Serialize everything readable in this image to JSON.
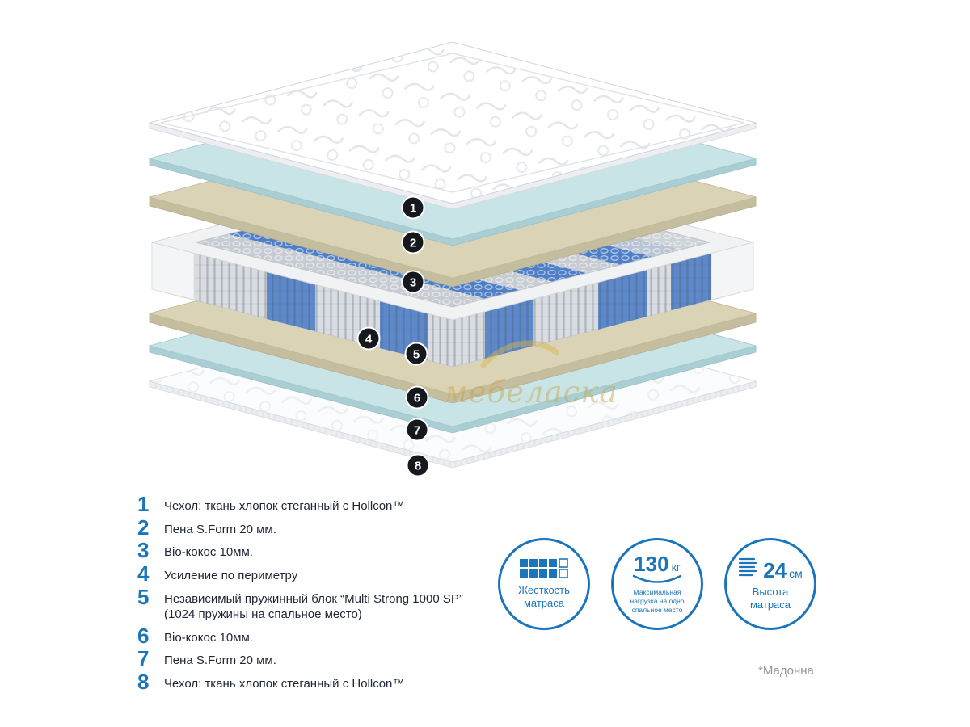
{
  "diagram": {
    "markers": [
      "1",
      "2",
      "3",
      "4",
      "5",
      "6",
      "7",
      "8"
    ],
    "watermark": "мебеласка"
  },
  "legend": {
    "items": [
      {
        "num": "1",
        "text": "Чехол: ткань хлопок стеганный с Hollcon™"
      },
      {
        "num": "2",
        "text": "Пена S.Form 20 мм."
      },
      {
        "num": "3",
        "text": "Bio-кокос 10мм."
      },
      {
        "num": "4",
        "text": "Усиление по периметру"
      },
      {
        "num": "5",
        "text": "Независимый пружинный блок  “Multi Strong 1000 SP”",
        "text2": "(1024 пружины на спальное место)"
      },
      {
        "num": "6",
        "text": "Bio-кокос 10мм."
      },
      {
        "num": "7",
        "text": "Пена S.Form 20 мм."
      },
      {
        "num": "8",
        "text": "Чехол: ткань хлопок стеганный с Hollcon™"
      }
    ]
  },
  "badges": {
    "hardness": {
      "label": "Жесткость матраса"
    },
    "load": {
      "value": "130",
      "unit": "кг",
      "label": "Максимальная нагрузка на одно спальное место"
    },
    "height": {
      "value": "24",
      "unit": "см",
      "label": "Высота матраса"
    }
  },
  "footnote": "*Мадонна",
  "colors": {
    "accent_blue": "#1b75bb",
    "marker_black": "#15181c",
    "teal_layer": "#c9e4e6",
    "beige_layer": "#dad3b6",
    "spring_blue": "#4f7fc6"
  }
}
